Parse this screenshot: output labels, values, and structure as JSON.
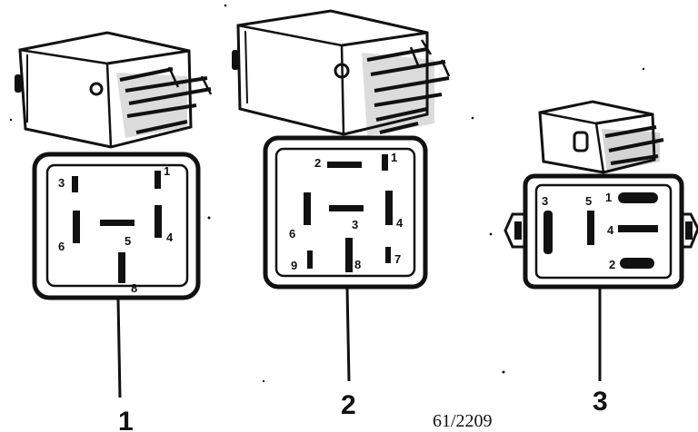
{
  "relays": [
    {
      "label": "1",
      "pins": [
        {
          "id": "p3",
          "text": "3"
        },
        {
          "id": "p1",
          "text": "1"
        },
        {
          "id": "p6",
          "text": "6"
        },
        {
          "id": "p5",
          "text": "5"
        },
        {
          "id": "p4",
          "text": "4"
        },
        {
          "id": "p8",
          "text": "8"
        }
      ]
    },
    {
      "label": "2",
      "pins": [
        {
          "id": "p2",
          "text": "2"
        },
        {
          "id": "p1",
          "text": "1"
        },
        {
          "id": "p6",
          "text": "6"
        },
        {
          "id": "p3",
          "text": "3"
        },
        {
          "id": "p4",
          "text": "4"
        },
        {
          "id": "p9",
          "text": "9"
        },
        {
          "id": "p8",
          "text": "8"
        },
        {
          "id": "p7",
          "text": "7"
        }
      ]
    },
    {
      "label": "3",
      "pins": [
        {
          "id": "p3",
          "text": "3"
        },
        {
          "id": "p5",
          "text": "5"
        },
        {
          "id": "p1",
          "text": "1"
        },
        {
          "id": "p4",
          "text": "4"
        },
        {
          "id": "p2",
          "text": "2"
        }
      ]
    }
  ],
  "figure_code": "61/2209"
}
